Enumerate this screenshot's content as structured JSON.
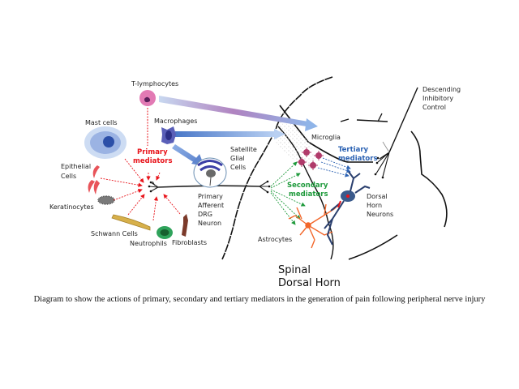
{
  "diagram": {
    "cells": {
      "t_lymphocytes": "T-lymphocytes",
      "macrophages": "Macrophages",
      "mast_cells": "Mast cells",
      "epithelial": [
        "Epithelial",
        "Cells"
      ],
      "keratinocytes": "Keratinocytes",
      "schwann": "Schwann Cells",
      "neutrophils": "Neutrophils",
      "fibroblasts": "Fibroblasts",
      "satellite": [
        "Satellite",
        "Glial",
        "Cells"
      ],
      "primary_neuron": [
        "Primary",
        "Afferent",
        "DRG",
        "Neuron"
      ],
      "microglia": "Microglia",
      "astrocytes": "Astrocytes",
      "dorsal_horn_neurons": [
        "Dorsal",
        "Horn",
        "Neurons"
      ],
      "descending": [
        "Descending",
        "Inhibitory",
        "Control"
      ]
    },
    "mediators": {
      "primary": [
        "Primary",
        "mediators"
      ],
      "secondary": [
        "Secondary",
        "mediators"
      ],
      "tertiary": [
        "Tertiary",
        "mediators"
      ]
    },
    "region_title": [
      "Spinal",
      "Dorsal Horn"
    ],
    "colors": {
      "primary": "#e8141b",
      "secondary": "#1f9a3c",
      "tertiary": "#2b62b3",
      "astrocyte": "#f2662a",
      "neuron": "#2a3f6e"
    }
  },
  "caption": "Diagram to show the actions of primary, secondary and tertiary mediators in the generation of pain following peripheral nerve injury"
}
